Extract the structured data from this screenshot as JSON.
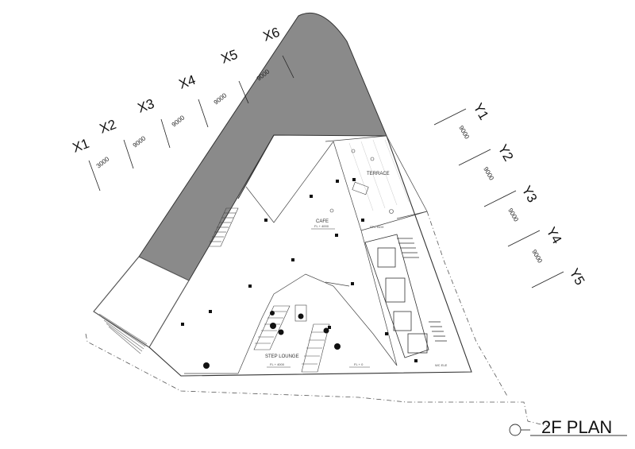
{
  "title": "2F PLAN",
  "grid_x": {
    "labels": [
      "X1",
      "X2",
      "X3",
      "X4",
      "X5",
      "X6"
    ],
    "spacings": [
      "3000",
      "9000",
      "9000",
      "9000",
      "9000"
    ]
  },
  "grid_y": {
    "labels": [
      "Y1",
      "Y2",
      "Y3",
      "Y4",
      "Y5"
    ],
    "spacings": [
      "9000",
      "9000",
      "9000",
      "9000"
    ]
  },
  "rooms": {
    "cafe": "CAFE",
    "terrace": "TERRACE",
    "step_lounge": "STEP LOUNGE"
  },
  "level_marks": {
    "cafe_level": "FL + 4000",
    "lounge_level_left": "FL + 4000",
    "lounge_level_right": "FL + 0"
  },
  "small_labels": {
    "stair_note": "STC BOX",
    "core_note": "WC ELE"
  },
  "colors": {
    "void_fill": "#8a8a8a",
    "line": "#333333",
    "light_line": "#888888"
  }
}
